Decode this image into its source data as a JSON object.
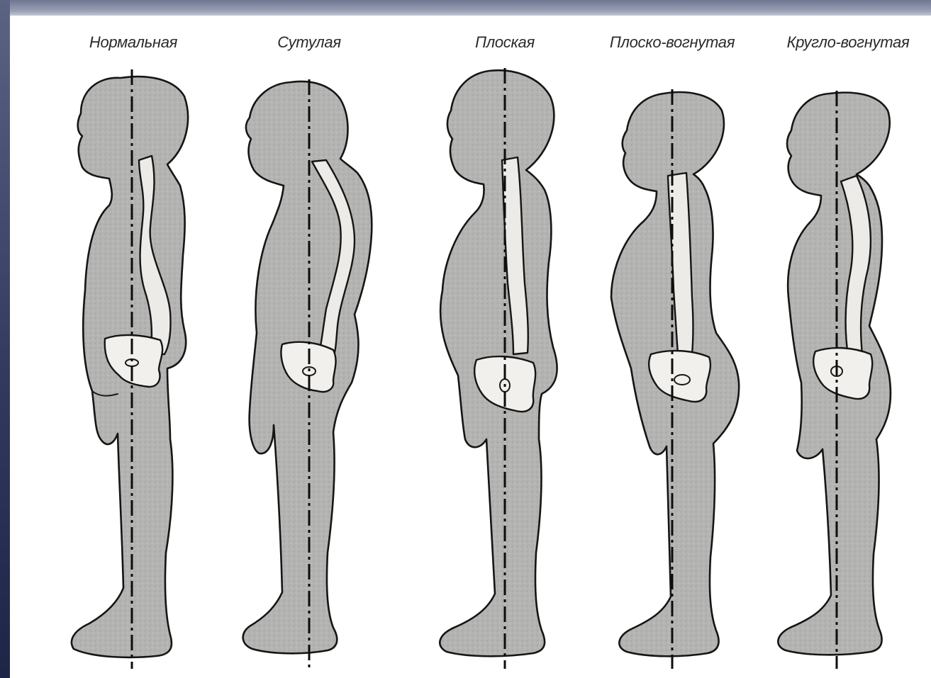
{
  "posture_types": [
    {
      "label": "Нормальная"
    },
    {
      "label": "Сутулая"
    },
    {
      "label": "Плоская"
    },
    {
      "label": "Плоско-вогнутая"
    },
    {
      "label": "Кругло-вогнутая"
    }
  ],
  "colors": {
    "body_fill": "#b4b4b2",
    "bone_fill": "#ecebe8",
    "outline": "#151515",
    "frame_dark": "#2a3154",
    "frame_light": "#9aa0b6"
  }
}
